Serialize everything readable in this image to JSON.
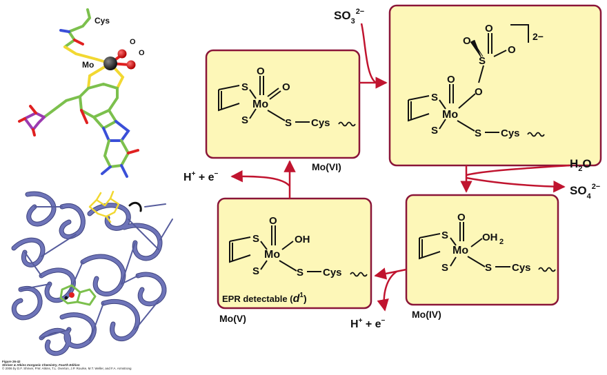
{
  "figure": {
    "caption_line1": "Figure 26-42",
    "caption_line2": "Shriver & Atkins Inorganic Chemistry, Fourth Edition",
    "caption_line3": "© 2006 by D.F. Shriver, P.W. Atkins, T.L. Overton, J.P. Rourke, M.T. Weller, and F.A. Armstrong"
  },
  "model": {
    "cys_label": "Cys",
    "mo_label": "Mo",
    "o1_label": "O",
    "o2_label": "O"
  },
  "cycle": {
    "reagent_in": "SO",
    "reagent_in_sub": "3",
    "reagent_in_sup": "2−",
    "water": "H",
    "water_sub": "2",
    "water_o": "O",
    "product_out": "SO",
    "product_out_sub": "4",
    "product_out_sup": "2−",
    "proton_electron_left": "H",
    "proton_electron_right": "H",
    "proton_plus": "+",
    "plus_e": " + e",
    "e_minus": "−",
    "state_mo6": "Mo(VI)",
    "state_mo4": "Mo(IV)",
    "state_mo5": "Mo(V)",
    "epr_label": "EPR detectable (",
    "epr_d": "d",
    "epr_sup": "1",
    "epr_close": ")"
  },
  "structures": {
    "s": "S",
    "mo": "Mo",
    "o": "O",
    "cys": "Cys",
    "oh": "OH",
    "oh2": "OH",
    "oh2_sub": "2",
    "charge": "2−"
  },
  "colors": {
    "box_fill": "#fdf7b8",
    "box_stroke": "#8a1538",
    "arrow": "#c0142f",
    "ribbon": "#6e74b8",
    "ribbon_dark": "#3e437e",
    "carbon": "#7cc04d",
    "oxygen": "#e02020",
    "nitrogen": "#3a4fd8",
    "sulfur": "#f2d832",
    "phosphorus": "#9b3bb0",
    "molybdenum": "#222222"
  }
}
